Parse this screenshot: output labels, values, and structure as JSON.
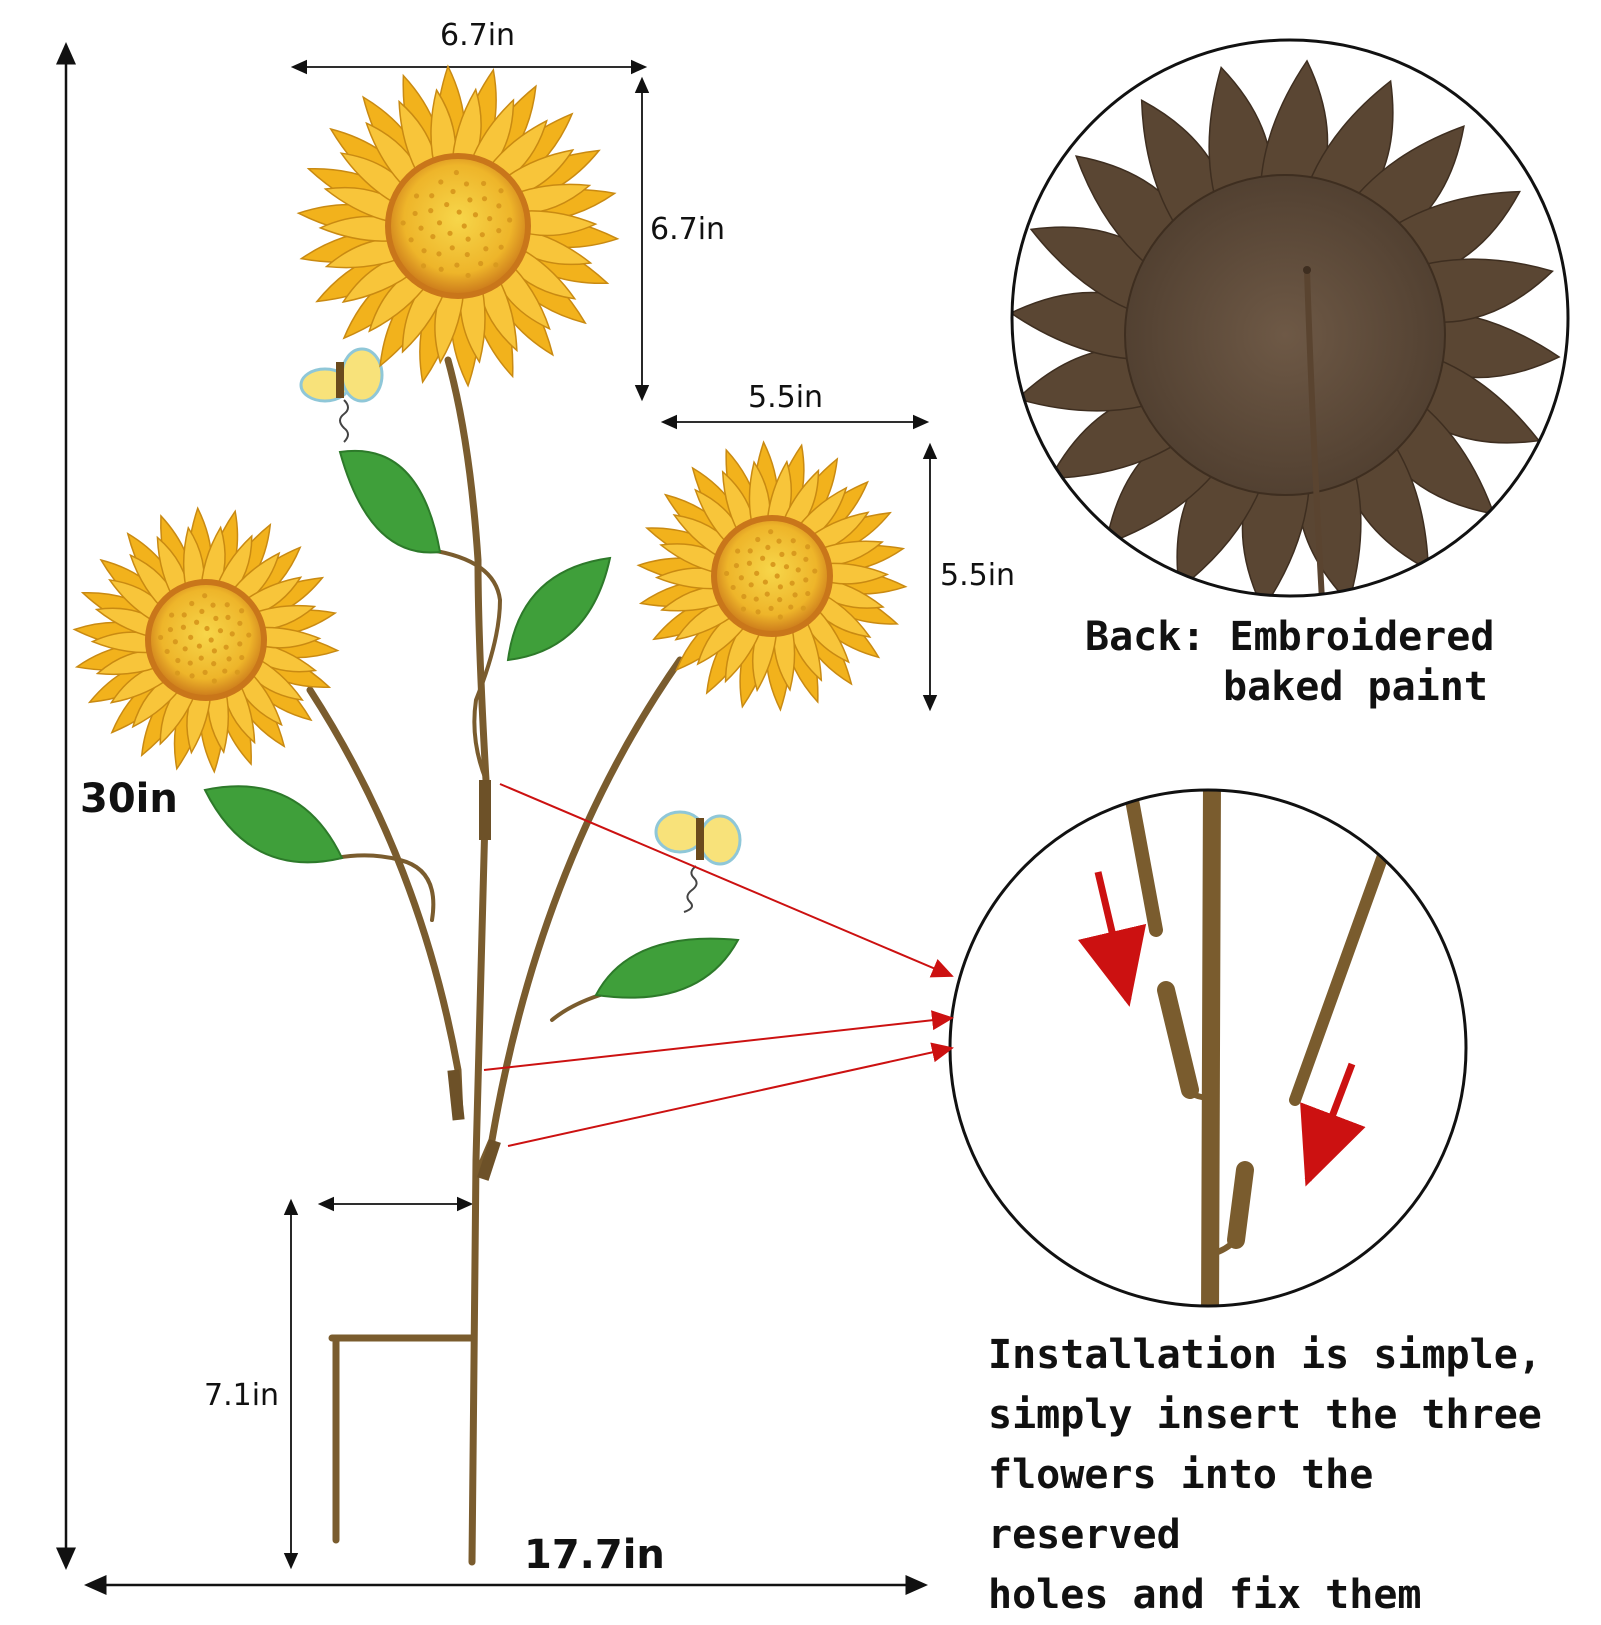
{
  "dimensions": {
    "top_flower_width": "6.7in",
    "top_flower_height": "6.7in",
    "right_flower_width": "5.5in",
    "right_flower_height": "5.5in",
    "total_height": "30in",
    "stake_height": "7.1in",
    "total_width": "17.7in"
  },
  "back_caption": {
    "line1": "Back: Embroidered",
    "line2": "baked paint"
  },
  "install_caption": {
    "line1": "Installation is simple,",
    "line2": "simply insert the three",
    "line3": "flowers into the reserved",
    "line4": "holes and fix them"
  },
  "colors": {
    "petal": "#f2b21c",
    "petal_light": "#f8c53a",
    "center": "#e7a21f",
    "center_ring": "#c9761a",
    "stem": "#7a5c2e",
    "leaf": "#3f9f3a",
    "back_paint": "#6b5542",
    "arrow": "#cc1111"
  }
}
